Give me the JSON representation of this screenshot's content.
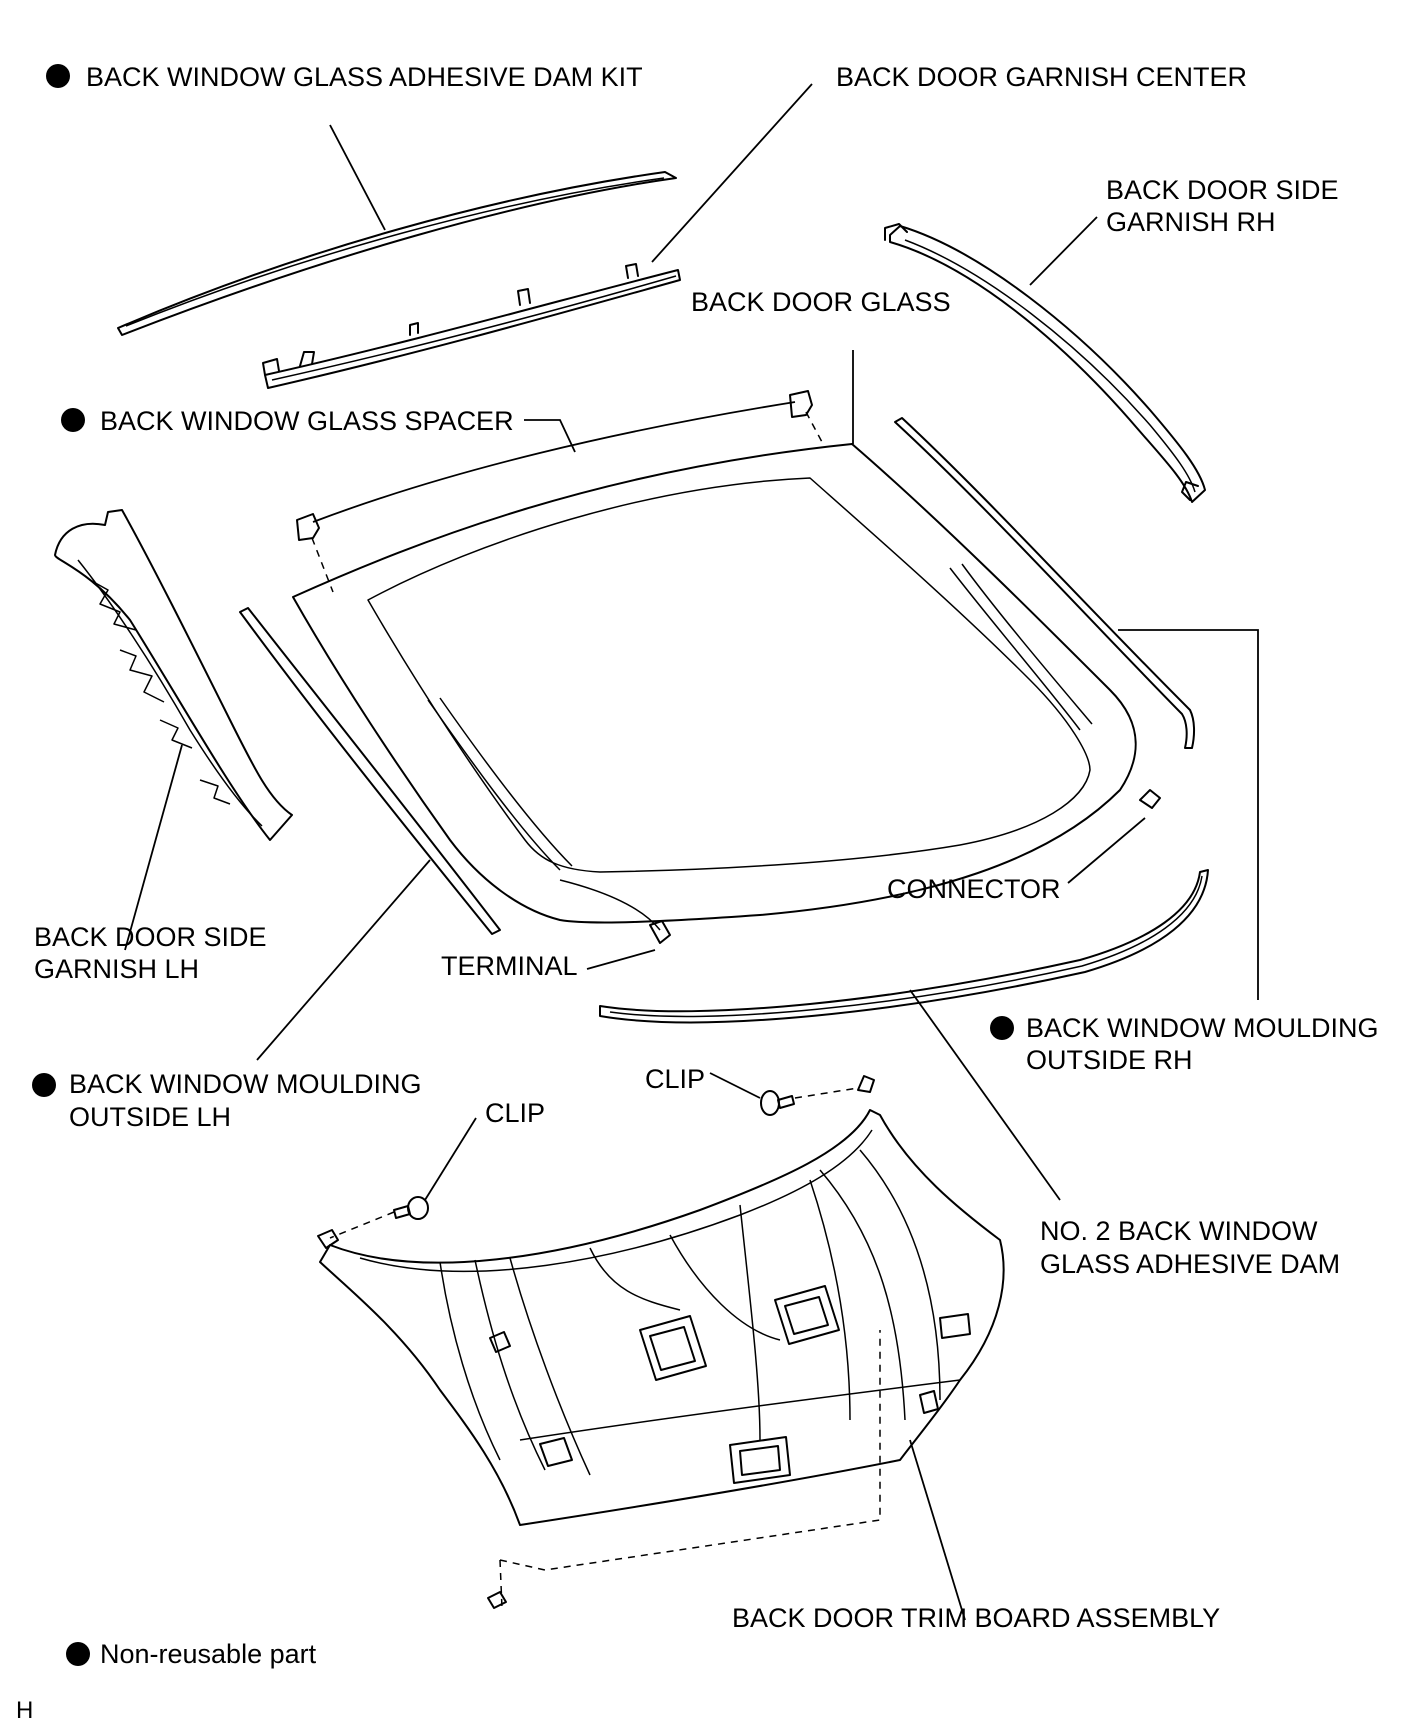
{
  "labels": {
    "dam_kit": "BACK WINDOW GLASS ADHESIVE DAM KIT",
    "garnish_center": "BACK DOOR GARNISH CENTER",
    "side_garnish_rh_1": "BACK DOOR SIDE",
    "side_garnish_rh_2": "GARNISH RH",
    "door_glass": "BACK DOOR GLASS",
    "glass_spacer": "BACK WINDOW GLASS SPACER",
    "side_garnish_lh_1": "BACK DOOR SIDE",
    "side_garnish_lh_2": "GARNISH LH",
    "connector": "CONNECTOR",
    "terminal": "TERMINAL",
    "moulding_rh_1": "BACK WINDOW MOULDING",
    "moulding_rh_2": "OUTSIDE RH",
    "moulding_lh_1": "BACK WINDOW MOULDING",
    "moulding_lh_2": "OUTSIDE  LH",
    "clip_upper": "CLIP",
    "clip_lower": "CLIP",
    "no2_dam_1": "NO. 2 BACK WINDOW",
    "no2_dam_2": "GLASS ADHESIVE DAM",
    "trim_board": "BACK DOOR TRIM BOARD ASSEMBLY"
  },
  "legend": {
    "text": "Non-reusable part"
  },
  "corner_code": "H",
  "colors": {
    "ink": "#000000",
    "background": "#ffffff"
  },
  "icons": {
    "non_reusable_marker": "filled-circle-icon"
  }
}
